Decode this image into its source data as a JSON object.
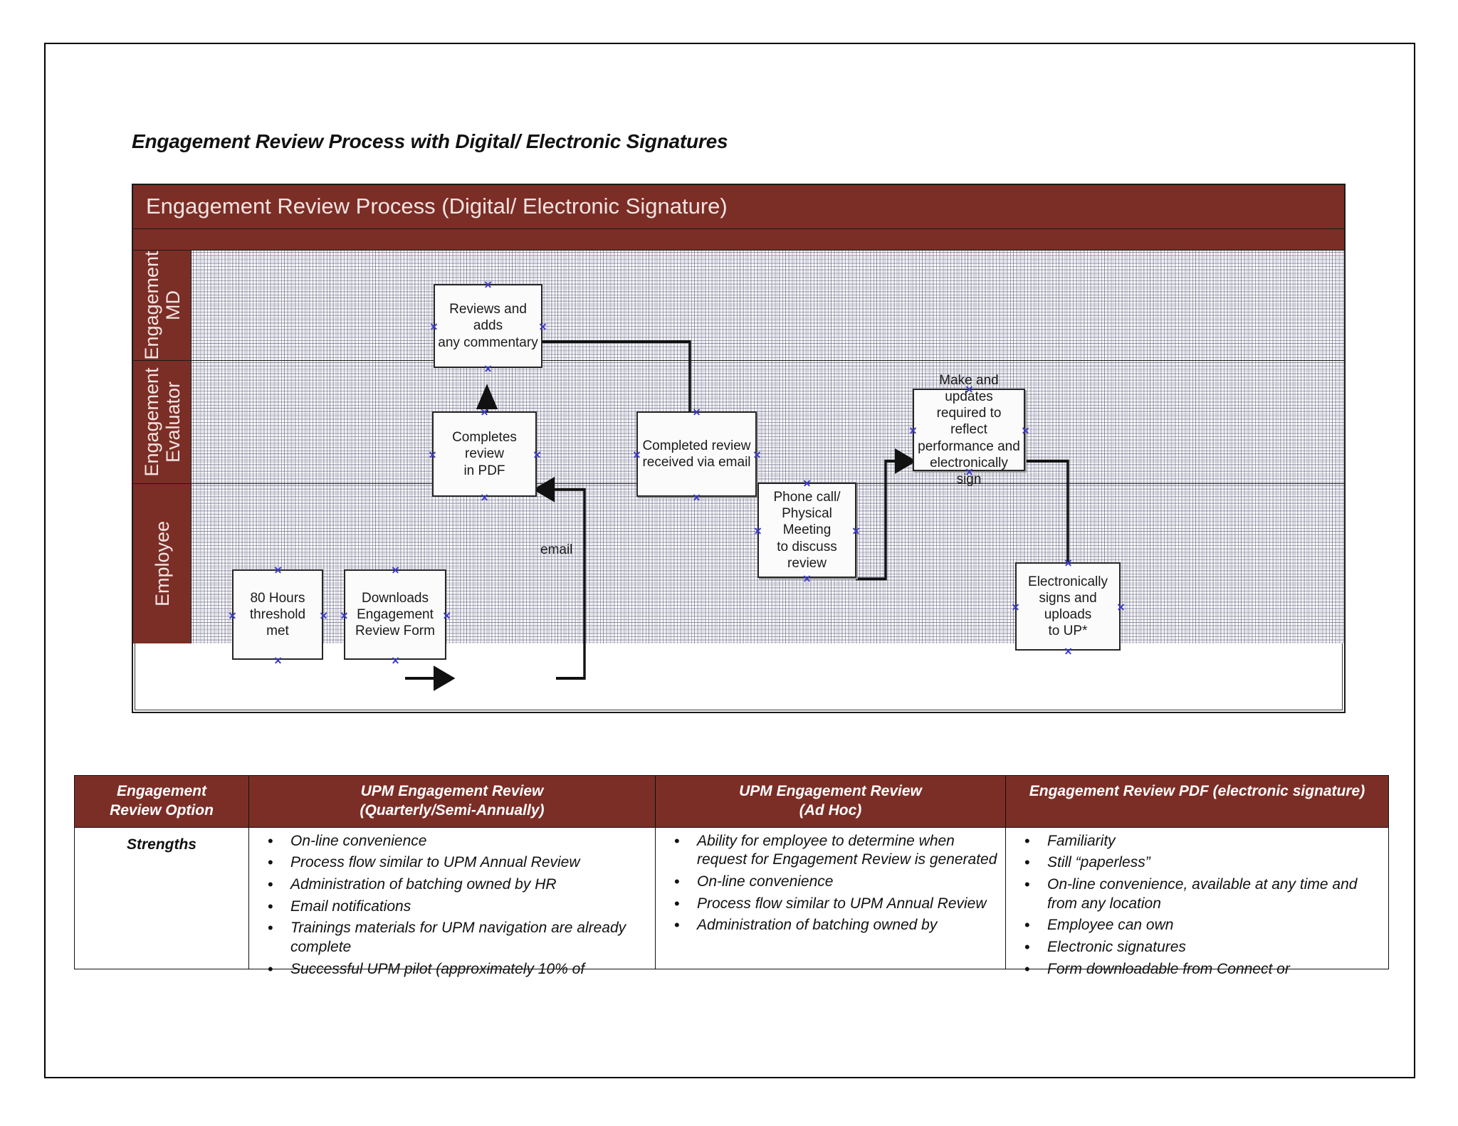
{
  "document": {
    "title": "Engagement Review Process with Digital/ Electronic Signatures"
  },
  "diagram": {
    "title": "Engagement Review Process (Digital/ Electronic Signature)",
    "lanes": [
      {
        "label": "Engagement\nMD"
      },
      {
        "label": "Engagement\nEvaluator"
      },
      {
        "label": "Employee"
      }
    ],
    "nodes": [
      {
        "id": "reviews-adds",
        "label": "Reviews and adds\nany commentary",
        "lane": "Engagement MD"
      },
      {
        "id": "completes-review",
        "label": "Completes review\nin PDF",
        "lane": "Engagement Evaluator"
      },
      {
        "id": "completed-received",
        "label": "Completed review\nreceived via email",
        "lane": "Engagement Evaluator"
      },
      {
        "id": "phone-meeting",
        "label": "Phone call/\nPhysical Meeting\nto discuss review",
        "lane": "Engagement Evaluator"
      },
      {
        "id": "make-updates",
        "label": "Make and updates\nrequired to reflect\nperformance and\nelectronically sign",
        "lane": "Engagement Evaluator"
      },
      {
        "id": "threshold-met",
        "label": "80 Hours threshold\nmet",
        "lane": "Employee"
      },
      {
        "id": "downloads-form",
        "label": "Downloads\nEngagement\nReview Form",
        "lane": "Employee"
      },
      {
        "id": "esign-upload",
        "label": "Electronically\nsigns and uploads\nto UP*",
        "lane": "Employee"
      }
    ],
    "edge_labels": [
      {
        "id": "email-label",
        "text": "email"
      }
    ]
  },
  "table": {
    "headers": [
      "Engagement\nReview Option",
      "UPM Engagement Review\n(Quarterly/Semi-Annually)",
      "UPM Engagement Review\n(Ad Hoc)",
      "Engagement Review PDF (electronic signature)"
    ],
    "rows": [
      {
        "label": "Strengths",
        "cells": [
          [
            "On-line convenience",
            "Process flow similar to UPM Annual Review",
            "Administration of batching owned by HR",
            "Email notifications",
            "Trainings materials for UPM navigation are already complete",
            "Successful UPM pilot (approximately 10% of"
          ],
          [
            "Ability for employee to determine when request for Engagement Review is generated",
            "On-line convenience",
            "Process flow similar to UPM Annual Review",
            "Administration of batching owned by"
          ],
          [
            "Familiarity",
            "Still “paperless”",
            "On-line convenience, available at any time and from any location",
            "Employee can own",
            "Electronic signatures",
            "Form downloadable from Connect or"
          ]
        ]
      }
    ]
  },
  "colors": {
    "maroon": "#7B2E26",
    "header_text": "#f3e4e2",
    "connector_marker": "#3b3bc8"
  }
}
